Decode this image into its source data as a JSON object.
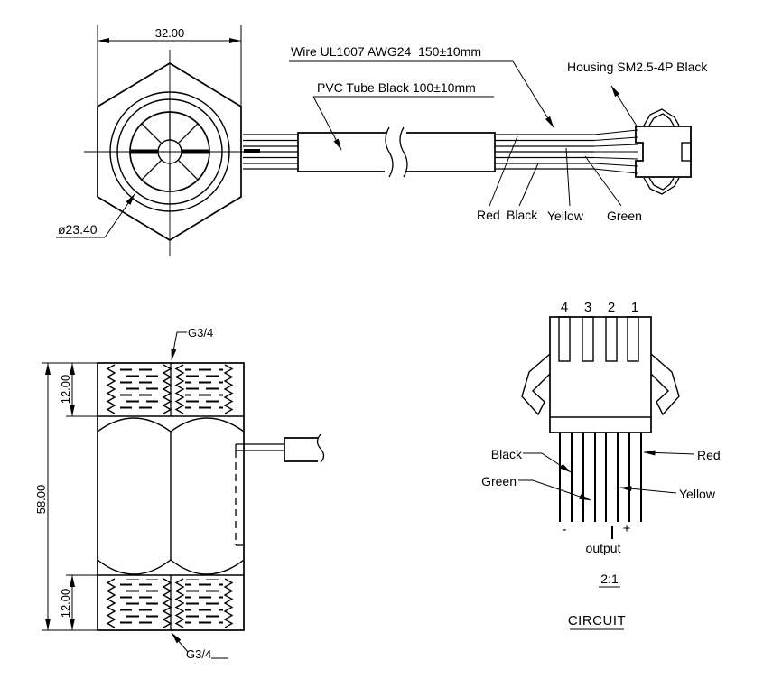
{
  "front_view": {
    "width_dim": "32.00",
    "diameter_label": "ø23.40"
  },
  "cable_assembly": {
    "wire_label": "Wire UL1007 AWG24  150±10mm",
    "tube_label": "PVC Tube Black 100±10mm",
    "housing_label": "Housing SM2.5-4P Black",
    "wire_colors": [
      "Red",
      "Black",
      "Yellow",
      "Green"
    ]
  },
  "side_view": {
    "overall_height_dim": "58.00",
    "thread_top_dim": "12.00",
    "thread_bottom_dim": "12.00",
    "thread_top_label": "G3/4",
    "thread_bottom_label": "G3/4"
  },
  "circuit_view": {
    "pin_numbers": [
      "4",
      "3",
      "2",
      "1"
    ],
    "wire_labels": {
      "black": "Black",
      "green": "Green",
      "red": "Red",
      "yellow": "Yellow"
    },
    "polarity_minus": "-",
    "polarity_plus": "+",
    "output_label": "output",
    "scale_label": "2:1",
    "title": "CIRCUIT"
  }
}
